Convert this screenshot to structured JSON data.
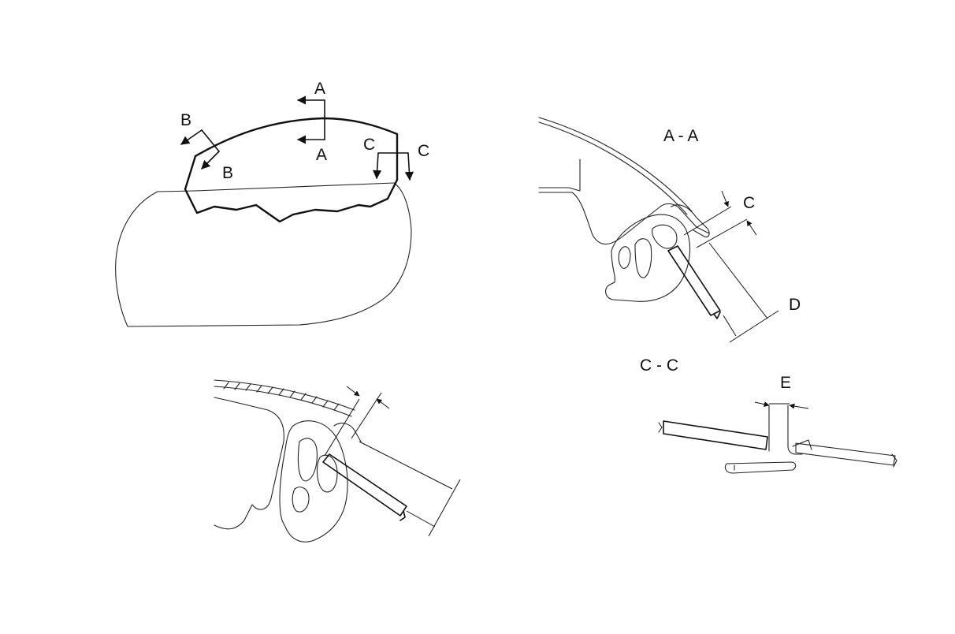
{
  "labels": {
    "a_top": "A",
    "a_bottom": "A",
    "b_top": "B",
    "b_bottom": "B",
    "c_left": "C",
    "c_right": "C",
    "section_aa": "A - A",
    "section_cc": "C - C",
    "dim_c": "C",
    "dim_d": "D",
    "dim_e": "E"
  }
}
